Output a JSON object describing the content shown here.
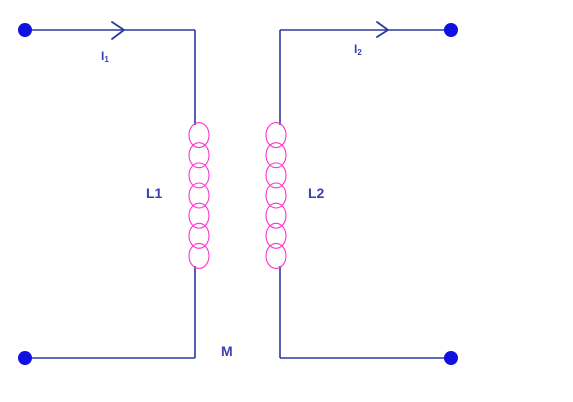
{
  "diagram": {
    "labels": {
      "i1_main": "I",
      "i1_sub": "1",
      "i2_main": "I",
      "i2_sub": "2",
      "l1": "L1",
      "l2": "L2",
      "m": "M"
    },
    "colors": {
      "wire": "#2b3a9c",
      "coil": "#ff33cc",
      "terminal": "#1010e0",
      "label": "#3b3fb0",
      "background": "#ffffff"
    },
    "coil_turns": {
      "primary": 7,
      "secondary": 7
    }
  }
}
